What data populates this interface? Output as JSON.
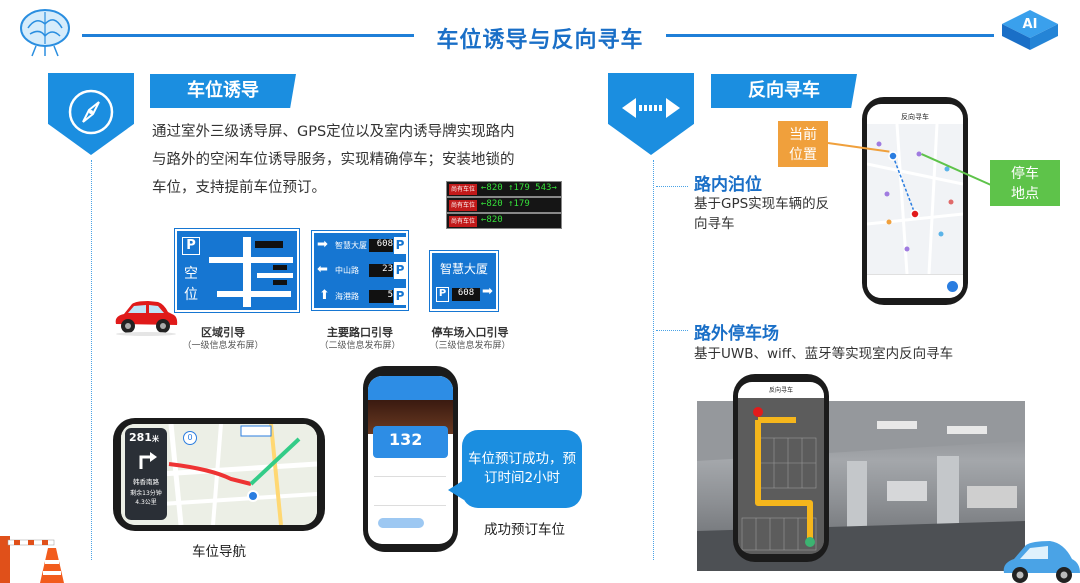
{
  "header": {
    "title": "车位诱导与反向寻车"
  },
  "left": {
    "label": "车位诱导",
    "description": "通过室外三级诱导屏、GPS定位以及室内诱导牌实现路内与路外的空闲车位诱导服务，实现精确停车；安装地锁的车位，支持提前车位预订。",
    "signs": [
      {
        "title": "区域引导",
        "subtitle": "（一级信息发布屏）"
      },
      {
        "title": "主要路口引导",
        "subtitle": "（二级信息发布屏）"
      },
      {
        "title": "停车场入口引导",
        "subtitle": "（三级信息发布屏）"
      }
    ],
    "area_sign": {
      "p": "P",
      "chars": [
        "空",
        "位"
      ]
    },
    "junction_rows": [
      {
        "label": "智慧大厦",
        "value": "608",
        "p": "P"
      },
      {
        "label": "中山路",
        "value": "23",
        "p": "P"
      },
      {
        "label": "海港路",
        "value": "5",
        "p": "P"
      }
    ],
    "entrance_sign": {
      "name": "智慧大厦",
      "p": "P",
      "value": "608"
    },
    "led_rows": [
      {
        "tag": "尚有车位",
        "text": "←820 ↑179 543→"
      },
      {
        "tag": "尚有车位",
        "text": "←820 ↑179"
      },
      {
        "tag": "尚有车位",
        "text": "←820"
      }
    ],
    "nav": {
      "caption": "车位导航",
      "distance": "281",
      "unit": "米",
      "road": "韩香南路",
      "remain": "剩余13分钟",
      "km": "4.3公里",
      "compass": "0"
    },
    "booking": {
      "caption": "成功预订车位",
      "bubble": "车位预订成功，预订时间2小时",
      "number": "132"
    }
  },
  "right": {
    "label": "反向寻车",
    "onstreet": {
      "title": "路内泊位",
      "desc": "基于GPS实现车辆的反向寻车"
    },
    "offstreet": {
      "title": "路外停车场",
      "desc": "基于UWB、wiff、蓝牙等实现室内反向寻车"
    },
    "callout_current": "当前位置",
    "callout_target": "停车地点",
    "map_app_title": "反向寻车",
    "lot_app_title": "反向寻车"
  },
  "colors": {
    "primary": "#1b8ee0",
    "title": "#1a6fc7",
    "orange": "#f0a03c",
    "green": "#5ec34a"
  }
}
